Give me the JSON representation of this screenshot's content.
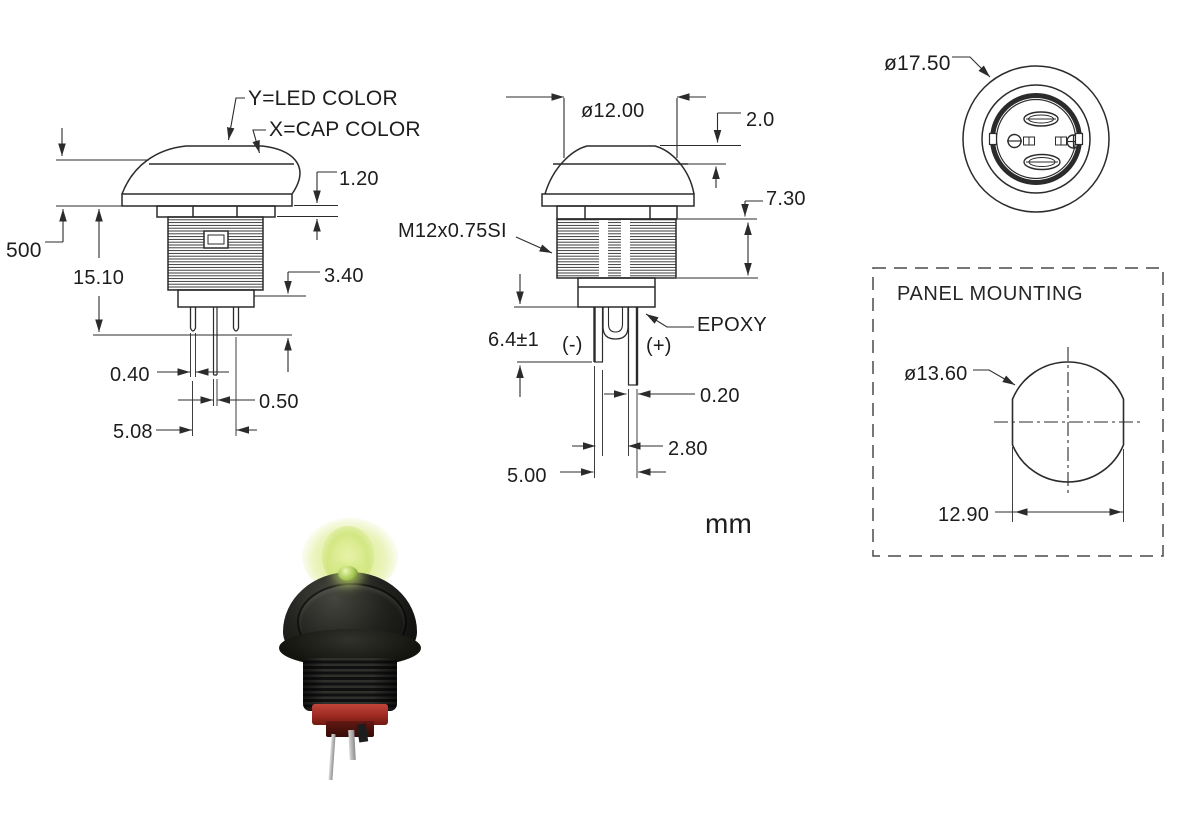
{
  "page": {
    "unit_label": "mm",
    "line_color": "#2b2b2b",
    "background": "#ffffff"
  },
  "callouts": {
    "led_color": "Y=LED COLOR",
    "cap_color": "X=CAP COLOR",
    "thread_spec": "M12x0.75SI",
    "epoxy": "EPOXY",
    "neg": "(-)",
    "pos": "(+)"
  },
  "side_view": {
    "dims": {
      "force": "500",
      "flange_step": "1.20",
      "body_height": "15.10",
      "base_height": "3.40",
      "pin_thickness": "0.40",
      "led_pin_thickness": "0.50",
      "pin_spacing": "5.08"
    }
  },
  "front_view": {
    "dims": {
      "cap_diameter": "ø12.00",
      "cap_top_height": "2.0",
      "thread_length": "7.30",
      "terminal_length": "6.4±1",
      "terminal_thickness": "0.20",
      "terminal_gap": "2.80",
      "terminal_span": "5.00"
    }
  },
  "bottom_view": {
    "dims": {
      "outer_diameter": "ø17.50"
    }
  },
  "panel_mounting": {
    "title": "PANEL MOUNTING",
    "dims": {
      "hole_diameter": "ø13.60",
      "across_flats": "12.90"
    }
  }
}
